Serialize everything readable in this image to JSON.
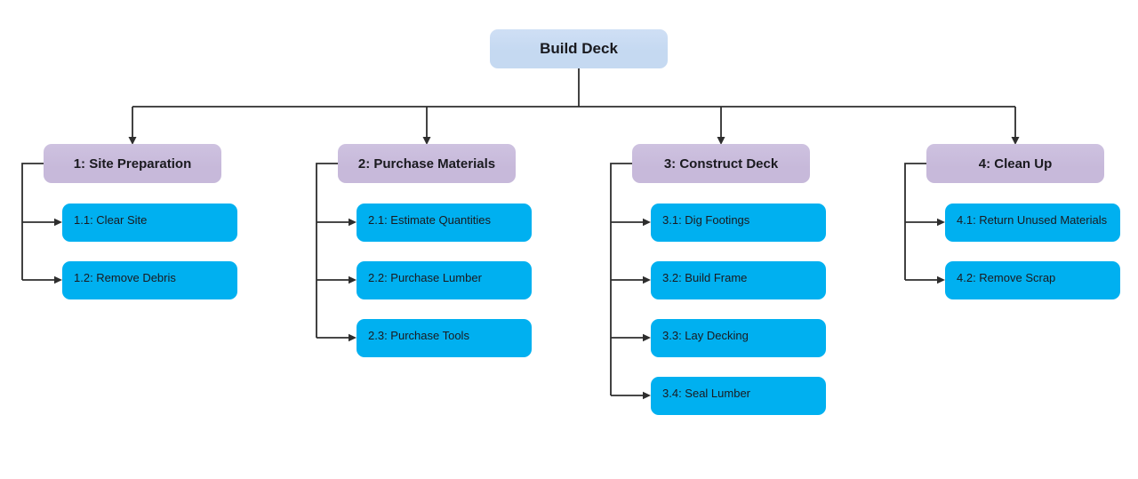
{
  "diagram": {
    "type": "work-breakdown-structure",
    "root": {
      "label": "Build Deck"
    },
    "branches": [
      {
        "label": "1: Site Preparation",
        "children": [
          {
            "label": "1.1: Clear Site"
          },
          {
            "label": "1.2: Remove Debris"
          }
        ]
      },
      {
        "label": "2: Purchase Materials",
        "children": [
          {
            "label": "2.1: Estimate Quantities"
          },
          {
            "label": "2.2: Purchase Lumber"
          },
          {
            "label": "2.3: Purchase Tools"
          }
        ]
      },
      {
        "label": "3: Construct Deck",
        "children": [
          {
            "label": "3.1: Dig Footings"
          },
          {
            "label": "3.2: Build Frame"
          },
          {
            "label": "3.3: Lay Decking"
          },
          {
            "label": "3.4: Seal Lumber"
          }
        ]
      },
      {
        "label": "4: Clean Up",
        "children": [
          {
            "label": "4.1: Return Unused Materials"
          },
          {
            "label": "4.2: Remove Scrap"
          }
        ]
      }
    ],
    "colors": {
      "root_fill": "#c5d9f1",
      "branch_fill": "#c7b9da",
      "child_fill": "#00b0f0",
      "line": "#2e2e2e",
      "text": "#1a1a1f"
    }
  }
}
